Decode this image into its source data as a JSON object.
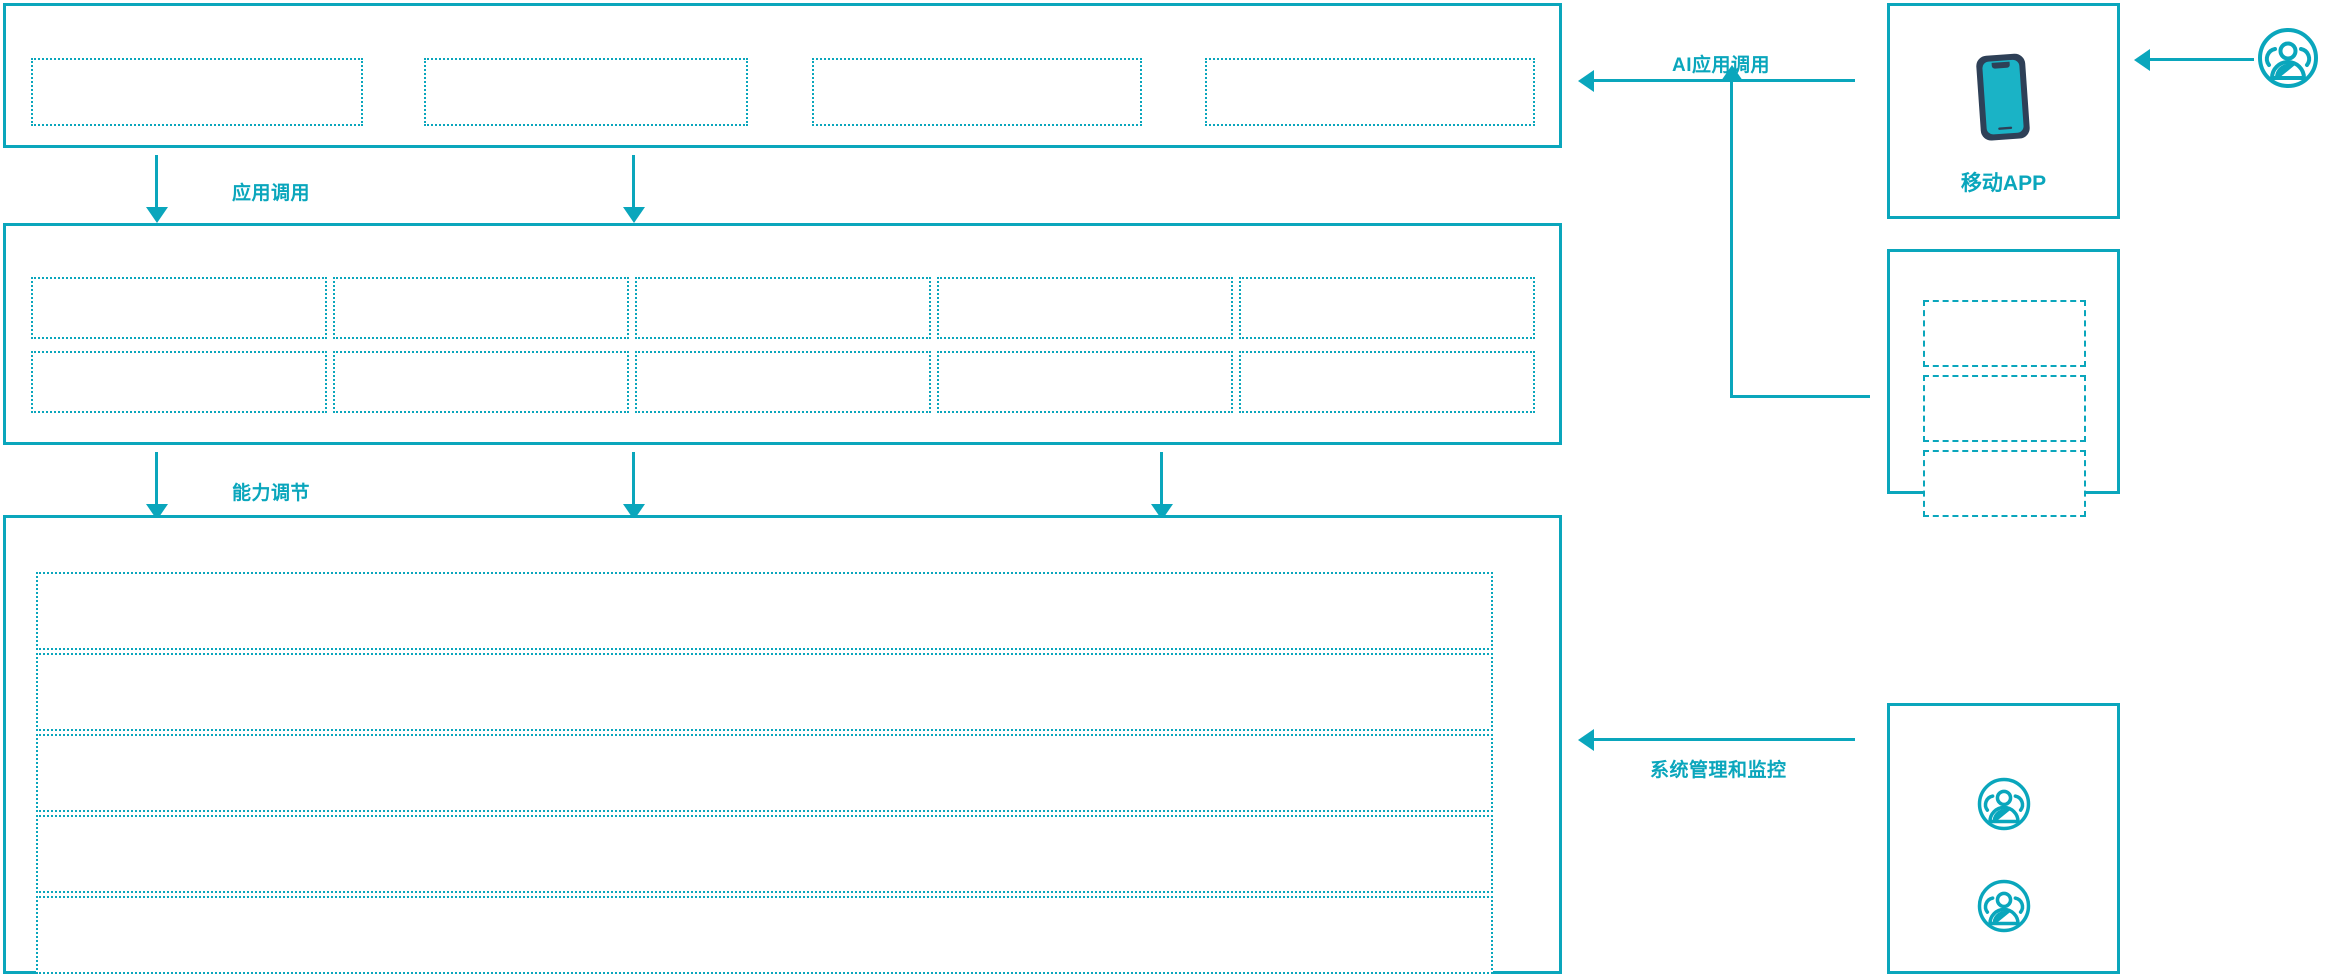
{
  "theme": {
    "accent": "#0AA6BC",
    "icon_dark": "#2E4057",
    "background": "#FFFFFF"
  },
  "diagram": {
    "type": "layered-architecture",
    "layers": [
      {
        "id": "application-layer",
        "name": "application-layer",
        "label": "",
        "boxes": [
          {
            "label": ""
          },
          {
            "label": ""
          },
          {
            "label": ""
          },
          {
            "label": ""
          }
        ]
      },
      {
        "id": "capability-layer",
        "name": "capability-layer",
        "label": "",
        "columns": 5,
        "rows": 2,
        "boxes": [
          {
            "label": ""
          },
          {
            "label": ""
          },
          {
            "label": ""
          },
          {
            "label": ""
          },
          {
            "label": ""
          },
          {
            "label": ""
          },
          {
            "label": ""
          },
          {
            "label": ""
          },
          {
            "label": ""
          },
          {
            "label": ""
          }
        ]
      },
      {
        "id": "platform-layer",
        "name": "platform-layer",
        "label": "",
        "bars": [
          {
            "label": ""
          },
          {
            "label": ""
          },
          {
            "label": ""
          },
          {
            "label": ""
          },
          {
            "label": ""
          }
        ]
      }
    ],
    "connectors": [
      {
        "id": "app-call",
        "label": "应用调用",
        "direction": "down"
      },
      {
        "id": "capability-adjust",
        "label": "能力调节",
        "direction": "down"
      },
      {
        "id": "ai-app-call",
        "label": "AI应用调用",
        "direction": "left"
      },
      {
        "id": "sys-mgmt",
        "label": "系统管理和监控",
        "direction": "left"
      }
    ]
  },
  "right_column": {
    "cards": [
      {
        "id": "mobile-app",
        "label": "移动APP",
        "icon": "smartphone-icon",
        "boxes": []
      },
      {
        "id": "channel-list",
        "label": "",
        "icon": "",
        "boxes": [
          {
            "label": ""
          },
          {
            "label": ""
          },
          {
            "label": ""
          }
        ]
      },
      {
        "id": "operations-users",
        "label": "",
        "icons": [
          "user-group-icon",
          "user-group-icon"
        ],
        "boxes": []
      }
    ],
    "external_actor": {
      "id": "end-user",
      "icon": "user-group-icon",
      "label": ""
    }
  }
}
